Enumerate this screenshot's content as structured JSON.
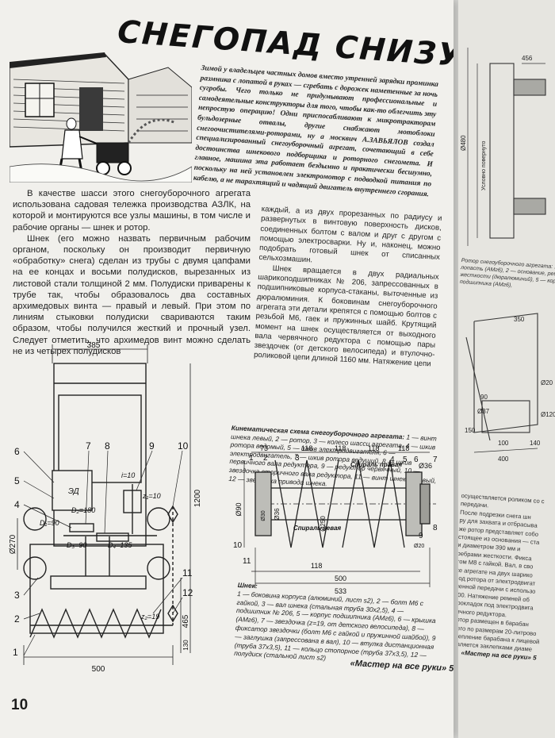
{
  "title": "СНЕГОПАД СНИЗУ ВВЕРХ",
  "lead": "Зимой у владельцев частных домов вместо утренней зарядки проминка размника с лопатой в руках — сгребать с дорожек наметенные за ночь сугробы. Чего только не придумывают профессиональные и самодеятельные конструкторы для того, чтобы как-то облегчить эту непростую операцию! Одни приспосабливают к микротракторам бульдозерные отвалы, другие снабжают мотоблоки снегоочистителями-роторами, ну а москвич А.ЗАВЬЯЛОВ создал специализированный снегоуборочный агрегат, сочетающий в себе достоинства шнекового подборщика и роторного снегомета. И главное, машина эта работает бездымно и практически бесшумно, поскольку на ней установлен электромотор с подводкой питания по кабелю, а не тарахтящий и чадящий двигатель внутреннего сгорания.",
  "body_col1": [
    "В качестве шасси этого снегоуборочного агрегата использована садовая тележка производства АЗЛК, на которой и монтируются все узлы машины, в том числе и рабочие органы — шнек и ротор.",
    "Шнек (его можно назвать первичным рабочим органом, поскольку он производит первичную «обработку» снега) сделан из трубы с двумя цапфами на ее концах и восьми полудисков, вырезанных из листовой стали толщиной 2 мм. Полудиски приварены к трубе так, чтобы образовалось два составных архимедовых винта — правый и левый. При этом по линиям стыковки полудиски свариваются таким образом, чтобы получился жесткий и прочный узел. Следует отметить, что архимедов винт можно сделать не из четырех полудисков"
  ],
  "body_col2": [
    "каждый, а из двух прорезанных по радиусу и развернутых в винтовую поверхность дисков, соединенных болтом с валом и друг с другом с помощью электросварки. Ну и, наконец, можно подобрать готовый шнек от списанных сельхозмашин.",
    "Шнек вращается в двух радиальных шарикоподшипниках № 206, запрессованных в подшипниковые корпуса-стаканы, выточенные из дюралюминия. К боковинам снегоуборочного агрегата эти детали крепятся с помощью болтов с резьбой М6, гаек и пружинных шайб. Крутящий момент на шнек осуществляется от выходного вала червячного редуктора с помощью пары звездочек (от детского велосипеда) и втулочно-роликовой цепи длиной 1160 мм. Натяжение цепи"
  ],
  "schematic": {
    "dim_width_top": "385",
    "dim_width_bottom": "500",
    "dim_height": "1200",
    "dim_465": "465",
    "dim_130": "130",
    "dim_d270": "Ø270",
    "motor_label": "ЭД",
    "ratio_label": "i=10",
    "z1": "z₁=10",
    "z2": "z₂=19",
    "d180": "D₂=180",
    "d90a": "D₁=90",
    "d90b": "D₃=90",
    "d135": "D₄=135",
    "callouts": [
      "1",
      "2",
      "3",
      "4",
      "5",
      "6",
      "7",
      "8",
      "9",
      "10",
      "11",
      "12"
    ]
  },
  "kinematic_caption": {
    "title": "Кинематическая схема снегоуборочного агрегата:",
    "text": "1 — винт шнека левый, 2 — ротор, 3 — колесо шасси агрегата, 4 — шкив ротора ведомый, 5 — шкив электродвигателя, 6 — электродвигатель, 7 — шкив ротора ведущий, 8 — шкив первичного вала редуктора, 9 — редуктор червячный, 10 — звездочка вторичного вала редуктора, 11 — винт шнека правый, 12 — звездочка привода шнека."
  },
  "auger": {
    "dims_top": [
      "73",
      "118",
      "118",
      "118",
      "118",
      "Ø36"
    ],
    "dims_bottom": [
      "118",
      "500",
      "533"
    ],
    "d90": "Ø90",
    "d36": "Ø36",
    "d250": "Ø250",
    "d30": "Ø30",
    "d20": "Ø20",
    "spiral_right": "Спираль правая",
    "spiral_left": "Спираль левая",
    "callouts": [
      "1",
      "2",
      "3",
      "4",
      "5",
      "6",
      "7",
      "8",
      "9",
      "10",
      "11"
    ]
  },
  "shnek_caption": {
    "title": "Шнек:",
    "text": "1 — боковина корпуса (алюминий, лист s2), 2 — болт М6 с гайкой, 3 — вал шнека (стальная труба 30х2,5), 4 — подшипник № 206, 5 — корпус подшипника (АМг6), 6 — крышка (АМг6), 7 — звездочка (z=19, от детского велосипеда), 8 — фиксатор звездочки (болт М6 с гайкой и пружинной шайбой), 9 — заглушка (запрессована в вал), 10 — втулка дистанционная (труба 37х3,5), 11 — кольцо стопорное (труба 37х3,5), 12 — полудиск (стальной лист s2)"
  },
  "journal": "«Мастер на все руки» 5'96",
  "page_number": "10",
  "right_page": {
    "dims": [
      "456",
      "Ø480",
      "Ø20",
      "350",
      "90",
      "Ø37",
      "150",
      "100",
      "400",
      "140",
      "Ø120"
    ],
    "side_label": "Условно повернуто",
    "caption": "Ротор снегоуборочного агрегата: 1 — лопасть (АМг6), 2 — основание, ребро жесткости (дюралюминий), 5 — корпус подшипника (АМг6),",
    "text": [
      "осуществляется роликом со с",
      "передачи.",
      "После подрезки снега шн",
      "ру для захвата и отбрасыва",
      "же ротор представляет собо",
      "стоящее из основания — ста",
      "и диаметром 390 мм и",
      "ребрами жесткости. Фикса",
      "том М8 с гайкой. Вал, в сво",
      "се агрегате на двух шарико",
      "вод ротора от электродвигат",
      "менной передачи с использо",
      "100. Натяжение ремней об",
      "прокладок под электродвига",
      "вичного редуктора.",
      "Ротор размещен в барабан",
      "щего по размерам 20-литрово",
      "Крепление барабана к лицевой",
      "ствляется заклепками диаме"
    ],
    "journal": "«Мастер на все руки» 5"
  }
}
